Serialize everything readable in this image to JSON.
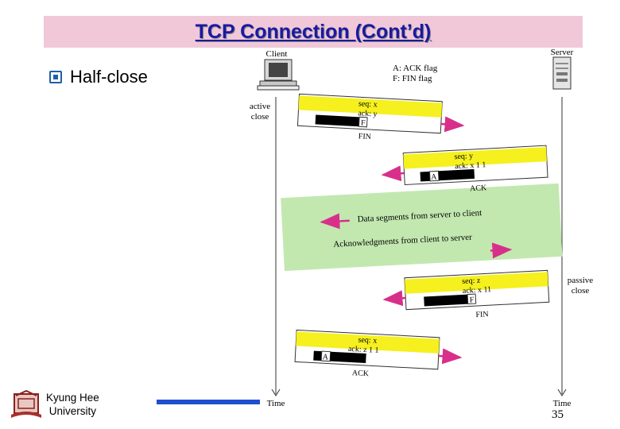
{
  "slide": {
    "title": "TCP Connection (Cont’d)",
    "bullet": "Half-close",
    "university_line1": "Kyung Hee",
    "university_line2": "University",
    "page_number": "35"
  },
  "diagram": {
    "client_label": "Client",
    "server_label": "Server",
    "legend_line1": "A: ACK flag",
    "legend_line2": "F: FIN flag",
    "active_close_line1": "active",
    "active_close_line2": "close",
    "passive_close_line1": "passive",
    "passive_close_line2": "close",
    "time_left": "Time",
    "time_right": "Time",
    "data_segments_text": "Data segments from server to client",
    "acknowledgments_text": "Acknowledgments from client to server",
    "segments": [
      {
        "seq": "seq: x",
        "ack": "ack: y",
        "flag": "F",
        "caption": "FIN"
      },
      {
        "seq": "seq: y",
        "ack": "ack: x 1 1",
        "flag": "A",
        "caption": "ACK"
      },
      {
        "seq": "seq: z",
        "ack": "ack: x 11",
        "flag": "F",
        "caption": "FIN"
      },
      {
        "seq": "seq: x",
        "ack": "ack: z 1 1",
        "flag": "A",
        "caption": "ACK"
      }
    ],
    "colors": {
      "yellow": "#f5f01e",
      "green_band": "#c2e8b0",
      "arrow_pink": "#d8308a",
      "black_block": "#000000"
    }
  }
}
